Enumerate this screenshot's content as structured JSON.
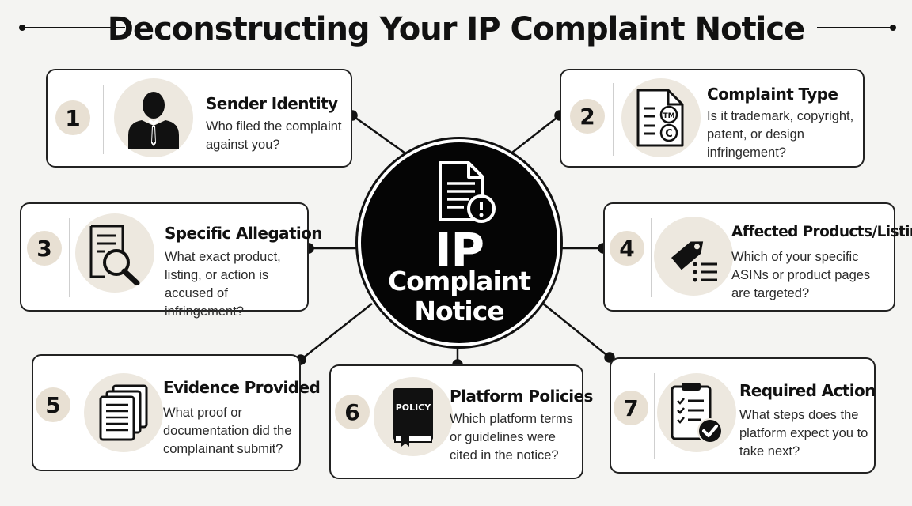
{
  "title": "Deconstructing Your IP Complaint Notice",
  "center": {
    "line1": "IP",
    "line2": "Complaint",
    "line3": "Notice",
    "icon": "document-alert-icon"
  },
  "cards": [
    {
      "number": "1",
      "title": "Sender Identity",
      "description": "Who filed the complaint against you?",
      "icon": "person-icon"
    },
    {
      "number": "2",
      "title": "Complaint Type",
      "description": "Is it trademark, copyright, patent, or design infringement?",
      "icon": "trademark-copyright-document-icon"
    },
    {
      "number": "3",
      "title": "Specific Allegation",
      "description": "What exact product, listing, or action is accused of infringement?",
      "icon": "document-magnifier-icon"
    },
    {
      "number": "4",
      "title": "Affected Products/Listings",
      "description": "Which of your specific ASINs or product pages are targeted?",
      "icon": "tag-list-icon"
    },
    {
      "number": "5",
      "title": "Evidence Provided",
      "description": "What proof or documentation did the complainant submit?",
      "icon": "document-stack-icon"
    },
    {
      "number": "6",
      "title": "Platform Policies",
      "description": "Which platform terms or guidelines were cited in the notice?",
      "icon": "policy-book-icon",
      "icon_text": "POLICY"
    },
    {
      "number": "7",
      "title": "Required Action",
      "description": "What steps does the platform expect you to take next?",
      "icon": "clipboard-check-icon"
    }
  ]
}
